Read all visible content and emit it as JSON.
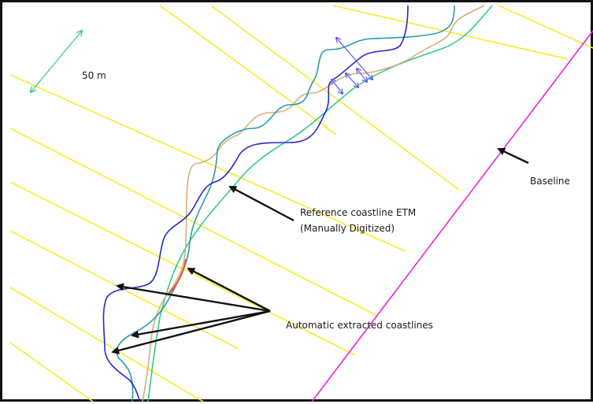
{
  "scale_label": "50 m",
  "labels": {
    "baseline": "Baseline",
    "reference_line1": "Reference coastline ETM",
    "reference_line2": "(Manually Digitized)",
    "automatic": "Automatic extracted coastlines"
  },
  "colors": {
    "transect": "#f2ee2e",
    "baseline": "#f020e0",
    "reference": "#33c98a",
    "auto_tan": "#d4b07a",
    "auto_teal": "#2a9aa8",
    "auto_blue": "#2a28c8",
    "auto_red": "#e0503a",
    "scale_arrow": "#2fc9a8",
    "distance_arrow": "#5a5adc",
    "annotation_arrow": "#111111"
  }
}
